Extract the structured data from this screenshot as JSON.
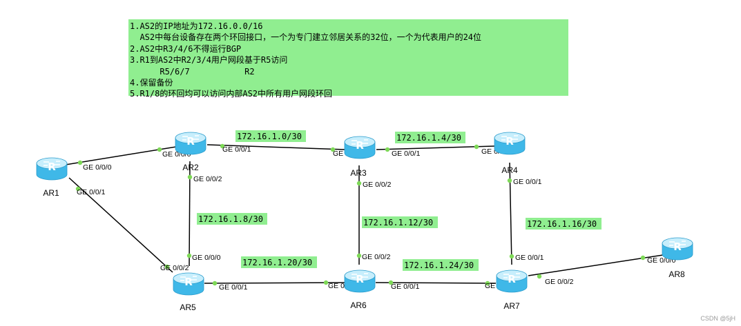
{
  "note_lines": [
    "1.AS2的IP地址为172.16.0.0/16",
    "  AS2中每台设备存在两个环回接口，一个为专门建立邻居关系的32位，一个为代表用户的24位",
    "2.AS2中R3/4/6不得运行BGP",
    "3.R1到AS2中R2/3/4用户网段基于R5访问",
    "      R5/6/7           R2",
    "4.保留备份",
    "5.R1/8的环回均可以访问内部AS2中所有用户网段环回"
  ],
  "routers": [
    {
      "id": "AR1",
      "label": "AR1"
    },
    {
      "id": "AR2",
      "label": "AR2"
    },
    {
      "id": "AR3",
      "label": "AR3"
    },
    {
      "id": "AR4",
      "label": "AR4"
    },
    {
      "id": "AR5",
      "label": "AR5"
    },
    {
      "id": "AR6",
      "label": "AR6"
    },
    {
      "id": "AR7",
      "label": "AR7"
    },
    {
      "id": "AR8",
      "label": "AR8"
    }
  ],
  "links": [
    {
      "id": "ar1-ar2",
      "a_port": "GE 0/0/0",
      "b_port": "GE 0/0/0",
      "subnet": ""
    },
    {
      "id": "ar1-ar5",
      "a_port": "GE 0/0/1",
      "b_port": "GE 0/0/2",
      "subnet": ""
    },
    {
      "id": "ar2-ar3",
      "a_port": "GE 0/0/1",
      "b_port": "GE 0/0/0",
      "subnet": "172.16.1.0/30"
    },
    {
      "id": "ar3-ar4",
      "a_port": "GE 0/0/1",
      "b_port": "GE 0/0/0",
      "subnet": "172.16.1.4/30"
    },
    {
      "id": "ar2-ar5",
      "a_port": "GE 0/0/2",
      "b_port": "GE 0/0/0",
      "subnet": "172.16.1.8/30"
    },
    {
      "id": "ar3-ar6",
      "a_port": "GE 0/0/2",
      "b_port": "GE 0/0/2",
      "subnet": "172.16.1.12/30"
    },
    {
      "id": "ar4-ar7",
      "a_port": "GE 0/0/1",
      "b_port": "GE 0/0/1",
      "subnet": "172.16.1.16/30"
    },
    {
      "id": "ar5-ar6",
      "a_port": "GE 0/0/1",
      "b_port": "GE 0/0/0",
      "subnet": "172.16.1.20/30"
    },
    {
      "id": "ar6-ar7",
      "a_port": "GE 0/0/1",
      "b_port": "GE 0/0/0",
      "subnet": "172.16.1.24/30"
    },
    {
      "id": "ar7-ar8",
      "a_port": "GE 0/0/2",
      "b_port": "GE 0/0/0",
      "subnet": ""
    }
  ],
  "router_icon_letter": "R",
  "router_icon": "router-icon",
  "watermark": "CSDN @5jH",
  "colors": {
    "note_bg": "#90ee90",
    "subnet_bg": "#90ee90",
    "link": "#000000",
    "port_dot": "#7ed957",
    "router_top": "#c7eefc",
    "router_body": "#3fb8e8"
  }
}
